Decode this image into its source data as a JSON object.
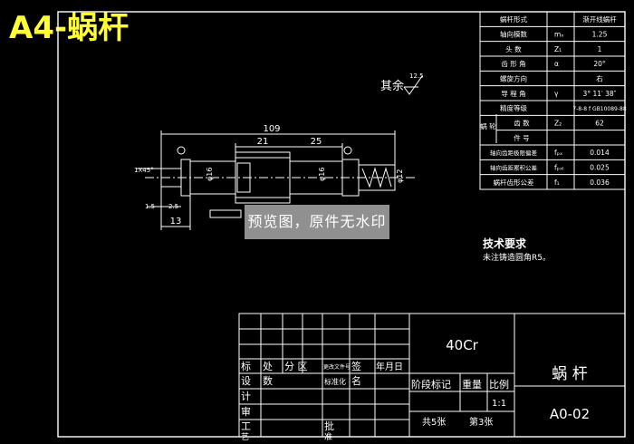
{
  "header": {
    "title": "A4-蜗杆"
  },
  "params": {
    "rows": [
      {
        "label": "蜗杆形式",
        "sym": "",
        "val": "渐开线蜗杆"
      },
      {
        "label": "轴向模数",
        "sym": "mₓ",
        "val": "1.25"
      },
      {
        "label": "头  数",
        "sym": "Z₁",
        "val": "1"
      },
      {
        "label": "齿 形 角",
        "sym": "α",
        "val": "20°"
      },
      {
        "label": "螺旋方向",
        "sym": "",
        "val": "右"
      },
      {
        "label": "导 程 角",
        "sym": "γ",
        "val": "3° 11′ 38″"
      },
      {
        "label": "精度等级",
        "sym": "",
        "val": "7-8-8 f GB10089-88"
      },
      {
        "label": "齿 数",
        "sym": "Z₂",
        "val": "62"
      },
      {
        "label": "件 号",
        "sym": "",
        "val": ""
      },
      {
        "label": "轴向齿距极限偏差",
        "sym": "fₚₓ",
        "val": "0.014"
      },
      {
        "label": "轴向齿距累积公差",
        "sym": "fₚₓₗ",
        "val": "0.025"
      },
      {
        "label": "蜗杆齿形公差",
        "sym": "f₁",
        "val": "0.036"
      }
    ],
    "mate_label": "蜗 轮"
  },
  "drawing": {
    "dims": {
      "overall": "109",
      "mid": "21",
      "right": "25",
      "left_small": "13",
      "d1": "φ16",
      "d2": "φ16",
      "d_gear": "φ12",
      "chamfer": "1X45°",
      "shoulder": "1.5",
      "step": "2.5",
      "ra": "12.5"
    },
    "roughness_note": "其余"
  },
  "notes": {
    "title": "技术要求",
    "line1": "未注铸造圆角R5。"
  },
  "watermark": "预览图，原件无水印",
  "title_block": {
    "material": "40Cr",
    "part_name": "蜗  杆",
    "drawing_no": "A0-02",
    "cols": [
      "标",
      "处",
      "分 区",
      "更改文件号",
      "签",
      "年月日"
    ],
    "design": "设",
    "design2": "数",
    "std": "标准化",
    "std2": "名",
    "check": "计",
    "review": "审",
    "craft": "工",
    "craft2": "艺",
    "approve": "批",
    "approve2": "准",
    "stage_label": "阶段标记",
    "weight": "重量",
    "scale": "比例",
    "scale_val": "1:1",
    "sheets": "共5张",
    "sheet_no": "第3张"
  }
}
